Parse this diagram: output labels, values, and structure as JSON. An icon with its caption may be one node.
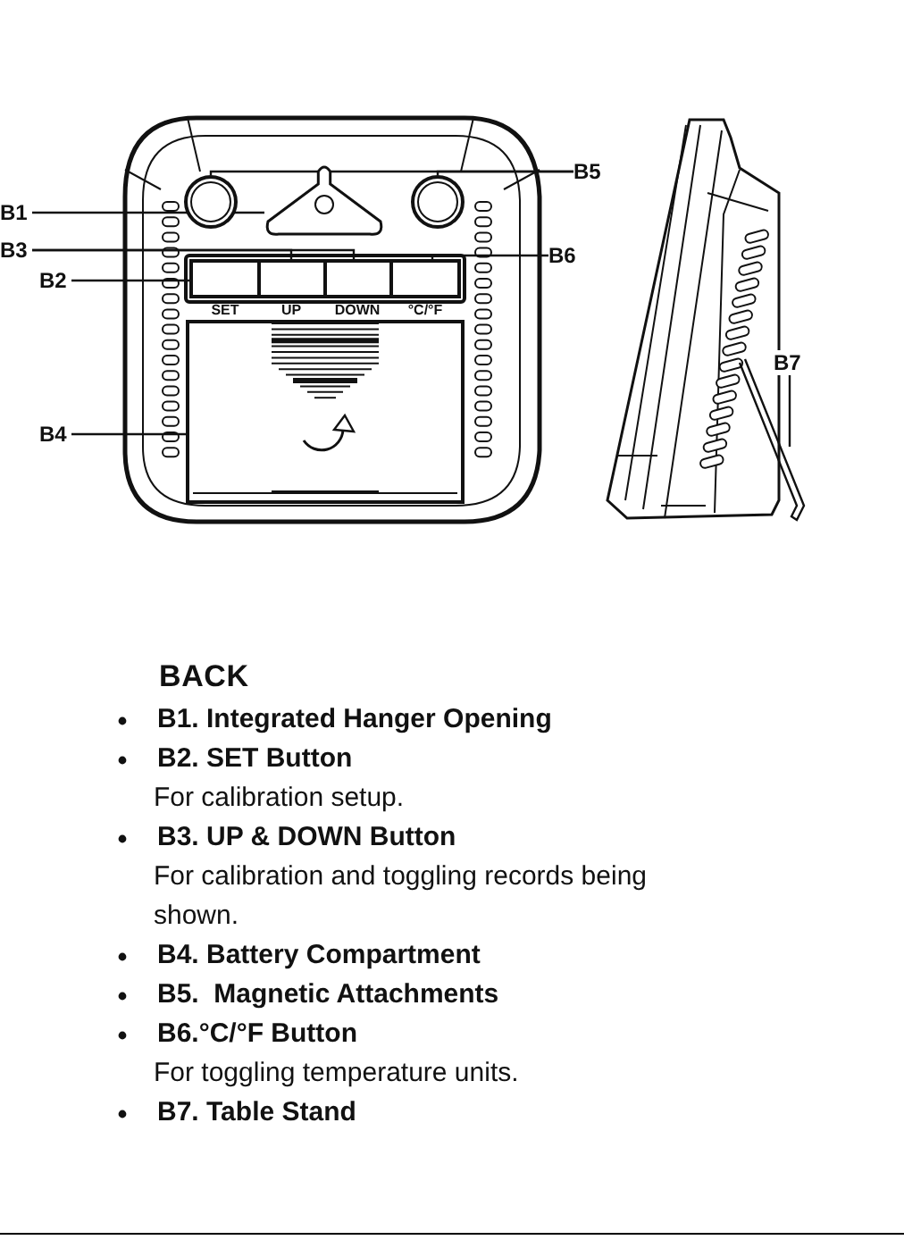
{
  "diagram": {
    "title": "BACK",
    "nodes": [
      {
        "text": [
          "B1"
        ]
      },
      {
        "text": [],
        "shape": "triangle"
      },
      {
        "text": [
          "B3"
        ]
      },
      {
        "text": [],
        "shape": "box"
      },
      {
        "text": [],
        "shape": "box"
      },
      {
        "text": [
          "B2"
        ]
      },
      {
        "text": [],
        "shape": "box"
      },
      {
        "text": [
          "B4"
        ]
      },
      {
        "text": [],
        "shape": "box"
      },
      {
        "text": [
          "B5"
        ]
      },
      {
        "text": [],
        "shape": "circle"
      },
      {
        "text": [],
        "shape": "circle"
      },
      {
        "text": [
          "B6"
        ]
      },
      {
        "text": [],
        "shape": "box"
      },
      {
        "text": [
          "B7"
        ]
      },
      {
        "text": [],
        "shape": "bar"
      }
    ],
    "edges": [
      {
        "from": 0,
        "to": 1,
        "arrow": "none"
      },
      {
        "from": 2,
        "to": 3,
        "arrow": "none"
      },
      {
        "from": 2,
        "to": 4,
        "arrow": "none"
      },
      {
        "from": 5,
        "to": 6,
        "arrow": "none"
      },
      {
        "from": 7,
        "to": 8,
        "arrow": "none"
      },
      {
        "from": 9,
        "to": 10,
        "arrow": "none"
      },
      {
        "from": 9,
        "to": 11,
        "arrow": "none"
      },
      {
        "from": 12,
        "to": 13,
        "arrow": "none"
      },
      {
        "from": 14,
        "to": 15,
        "arrow": "none"
      }
    ],
    "labels": [
      "SET",
      "UP",
      "DOWN",
      "°C/°F",
      "B1. Integrated Hanger Opening",
      "B2. SET Button",
      "For calibration setup.",
      "B3. UP & DOWN Button",
      "For calibration and toggling records being shown.",
      "B4. Battery Compartment",
      "B5.  Magnetic Attachments",
      "B6.°C/°F Button",
      "For toggling temperature units.",
      "B7. Table Stand"
    ]
  }
}
